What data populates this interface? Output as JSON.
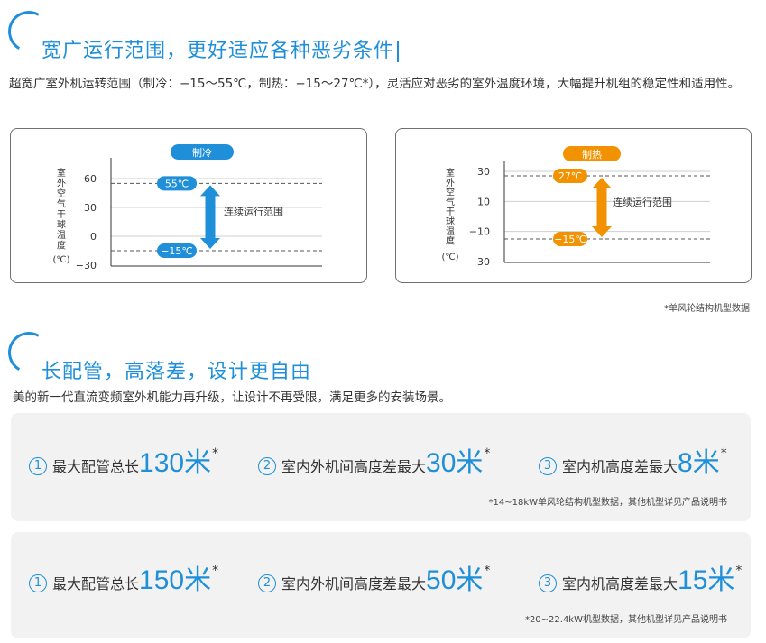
{
  "section1": {
    "title": "宽广运行范围，更好适应各种恶劣条件",
    "description": "超宽广室外机运转范围（制冷：−15～55℃，制热：−15～27℃*），灵活应对恶劣的室外温度环境，大幅提升机组的稳定性和适用性。",
    "cooling": {
      "badge": "制冷",
      "y_axis_label": "室外空气干球温度",
      "y_axis_unit": "(℃)",
      "ticks": [
        "60",
        "30",
        "0",
        "−30"
      ],
      "tick_values": [
        60,
        30,
        0,
        -30
      ],
      "upper_limit": 55,
      "lower_limit": -15,
      "upper_label": "55℃",
      "lower_label": "−15℃",
      "range_label": "连续运行范围",
      "color": "#1e8fd8"
    },
    "heating": {
      "badge": "制热",
      "y_axis_label": "室外空气干球温度",
      "y_axis_unit": "(℃)",
      "ticks": [
        "30",
        "10",
        "−10",
        "−30"
      ],
      "tick_values": [
        30,
        10,
        -10,
        -30
      ],
      "upper_limit": 27,
      "lower_limit": -15,
      "upper_label": "27℃",
      "lower_label": "−15℃",
      "range_label": "连续运行范围",
      "color": "#f39200"
    },
    "footnote": "*单风轮结构机型数据"
  },
  "section2": {
    "title": "长配管，高落差，设计更自由",
    "description": "美的新一代直流变频室外机能力再升级，让设计不再受限，满足更多的安装场景。",
    "panels": [
      {
        "items": [
          {
            "num": "1",
            "label": "最大配管总长",
            "value": "130米",
            "star": "*"
          },
          {
            "num": "2",
            "label": "室内外机间高度差最大",
            "value": "30米",
            "star": "*"
          },
          {
            "num": "3",
            "label": "室内机高度差最大",
            "value": "8米",
            "star": "*"
          }
        ],
        "note": "*14~18kW单风轮结构机型数据，其他机型详见产品说明书"
      },
      {
        "items": [
          {
            "num": "1",
            "label": "最大配管总长",
            "value": "150米",
            "star": "*"
          },
          {
            "num": "2",
            "label": "室内外机间高度差最大",
            "value": "50米",
            "star": "*"
          },
          {
            "num": "3",
            "label": "室内机高度差最大",
            "value": "15米",
            "star": "*"
          }
        ],
        "note": "*20~22.4kW机型数据，其他机型详见产品说明书"
      }
    ]
  }
}
